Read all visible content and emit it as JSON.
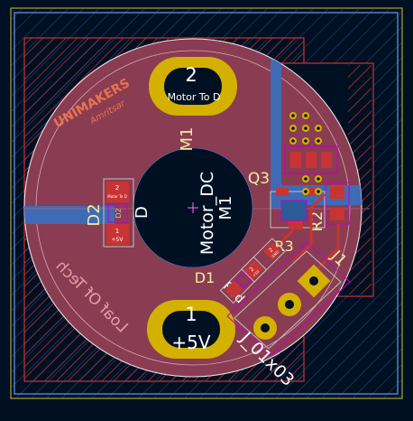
{
  "colors": {
    "background": "#001023",
    "board_outline": "#d2c032",
    "copper_front": "#c83434",
    "copper_back": "#4d7fc4",
    "courtyard": "#c2c2c2",
    "fab": "#ffffff",
    "pad_gold": "#d4b000",
    "silk_text": "#f2eda1",
    "edge_box": "#c83434",
    "magenta": "#c200c2",
    "brand": "#e8734f"
  },
  "brand": {
    "name": "UNIMAKERS",
    "tagline": "Amritsar"
  },
  "labels": {
    "pad2_number": "2",
    "pad2_net": "Motor To D",
    "pad1_number": "1",
    "pad1_net": "+5V",
    "m1_ref_top": "M1",
    "m1_ref_center": "M1",
    "m1_value": "Motor_DC",
    "d_ref": "D",
    "d2_ref": "D2",
    "d2_fab": "D2",
    "d2_pad_top_num": "2",
    "d2_pad_top_net": "Motor To D",
    "d2_pad_bot_num": "1",
    "d2_pad_bot_net": "+5V",
    "q3_ref": "Q3",
    "r3_ref": "R3",
    "r2_ref": "R2",
    "r3_pad_left": "1",
    "r3_pad_right": "2",
    "r3_pad_net": "GND",
    "d1_ref": "D1",
    "d1_value": "Red",
    "d1_pad_num": "2",
    "d1_pad_net": "+5V",
    "j1_ref": "J1",
    "j1_value": "J_01x03",
    "back_text": "Loaf Of Tech"
  }
}
